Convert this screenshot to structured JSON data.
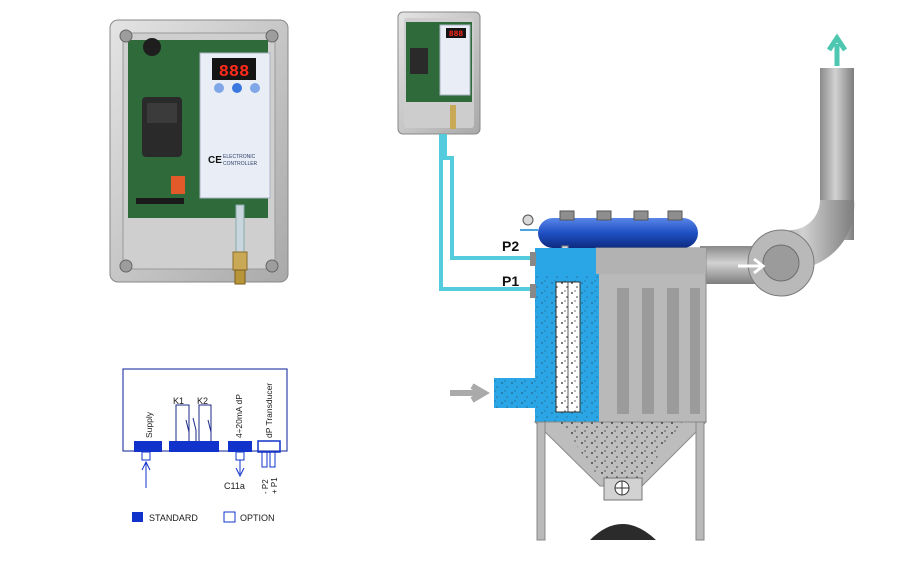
{
  "controller": {
    "display": "888",
    "ce_mark": "CE",
    "label_line1": "ELECTRONIC",
    "label_line2": "CONTROLLER"
  },
  "wiring": {
    "supply": "Supply",
    "k1": "K1",
    "k2": "K2",
    "analog": "4÷20mA dP",
    "transducer": "dP Transducer",
    "c11a": "C11a",
    "p2_terminal": "- P2",
    "p1_terminal": "+ P1",
    "legend_standard": "STANDARD",
    "legend_option": "OPTION"
  },
  "system": {
    "p2": "P2",
    "p1": "P1"
  },
  "colors": {
    "pipe": "#55ccdd",
    "blue_block": "#1133cc",
    "collector_blue": "#2aa6e6",
    "housing_grey": "#b8b8b8"
  }
}
